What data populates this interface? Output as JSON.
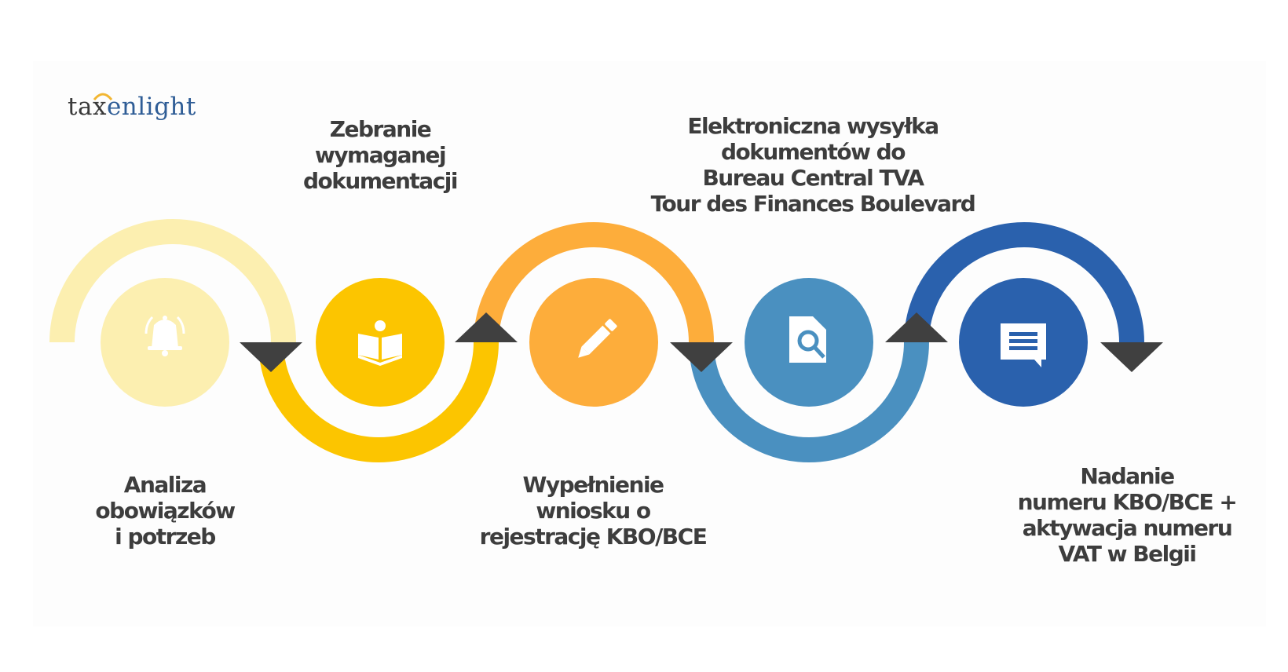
{
  "brand": {
    "logo_part1": "tax",
    "logo_part2": "enlight",
    "colors": {
      "dark": "#3a3a3a",
      "blue": "#2f5d96",
      "arc": "#f2b632"
    }
  },
  "diagram": {
    "title": "",
    "arrow_color": "#404040",
    "text_color": "#3d3d3d",
    "steps": [
      {
        "index": 1,
        "icon": "bell-icon",
        "color": "#fcefb0",
        "position": "bottom",
        "lines": [
          "Analiza",
          "obowiązków",
          "i potrzeb"
        ]
      },
      {
        "index": 2,
        "icon": "book-reader-icon",
        "color": "#fcc500",
        "position": "top",
        "lines": [
          "Zebranie",
          "wymaganej",
          "dokumentacji"
        ]
      },
      {
        "index": 3,
        "icon": "pencil-icon",
        "color": "#fdad3b",
        "position": "bottom",
        "lines": [
          "Wypełnienie",
          "wniosku o",
          "rejestrację KBO/BCE"
        ]
      },
      {
        "index": 4,
        "icon": "document-search-icon",
        "color": "#4a90c0",
        "position": "top",
        "lines": [
          "Elektroniczna wysyłka",
          "dokumentów do",
          "Bureau Central TVA",
          "Tour des Finances Boulevard"
        ]
      },
      {
        "index": 5,
        "icon": "chat-message-icon",
        "color": "#2a61ad",
        "position": "bottom",
        "lines": [
          "Nadanie",
          "numeru KBO/BCE  +",
          "aktywacja numeru",
          "VAT w Belgii"
        ]
      }
    ]
  }
}
